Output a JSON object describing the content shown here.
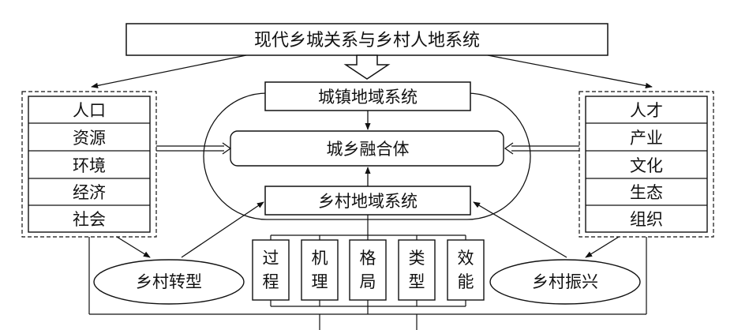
{
  "title_box": "现代乡城关系与乡村人地系统",
  "urban_system": "城镇地域系统",
  "fusion": "城乡融合体",
  "rural_system": "乡村地域系统",
  "left_factors": [
    "人口",
    "资源",
    "环境",
    "经济",
    "社会"
  ],
  "right_factors": [
    "人才",
    "产业",
    "文化",
    "生态",
    "组织"
  ],
  "bottom_items": [
    {
      "line1": "过",
      "line2": "程"
    },
    {
      "line1": "机",
      "line2": "理"
    },
    {
      "line1": "格",
      "line2": "局"
    },
    {
      "line1": "类",
      "line2": "型"
    },
    {
      "line1": "效",
      "line2": "能"
    }
  ],
  "rural_transformation": "乡村转型",
  "rural_revitalization": "乡村振兴",
  "colors": {
    "stroke": "#111111",
    "background": "#ffffff"
  }
}
